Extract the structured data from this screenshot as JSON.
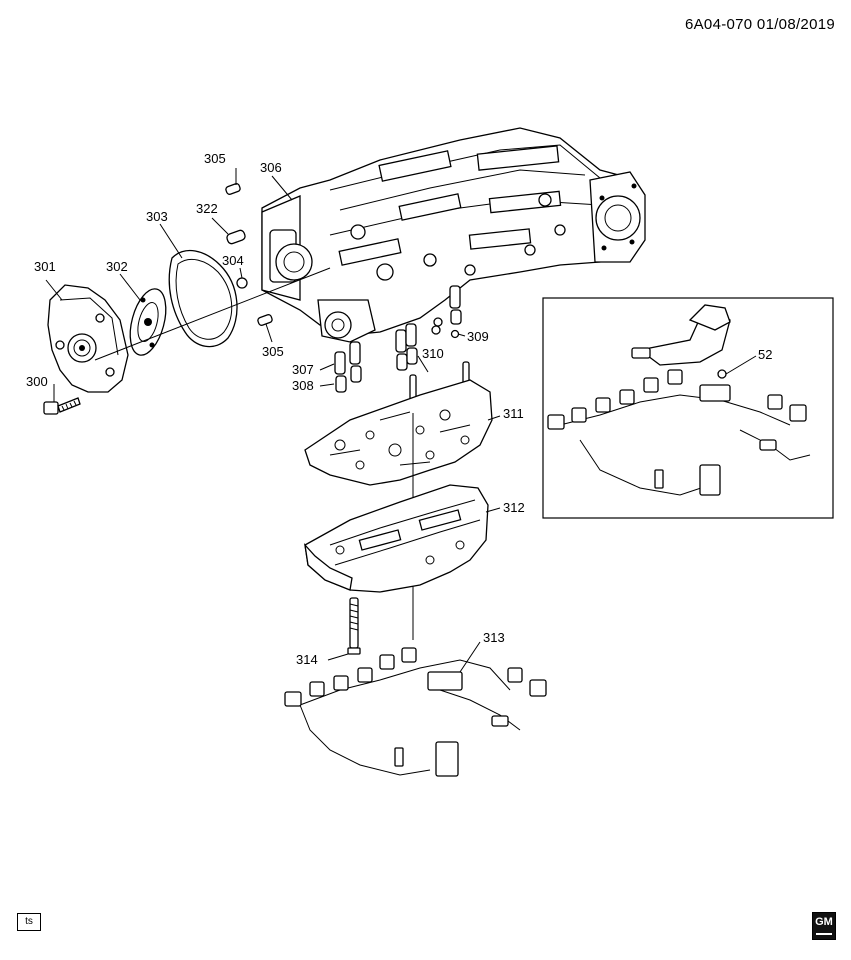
{
  "header": {
    "code": "6A04-070",
    "date": "01/08/2019"
  },
  "callouts": {
    "c300": "300",
    "c301": "301",
    "c302": "302",
    "c303": "303",
    "c304": "304",
    "c305a": "305",
    "c305b": "305",
    "c306": "306",
    "c307": "307",
    "c308": "308",
    "c309": "309",
    "c310": "310",
    "c311": "311",
    "c312": "312",
    "c313": "313",
    "c314": "314",
    "c322": "322",
    "c52": "52"
  },
  "footer": {
    "ts_label": "ts",
    "logo": "GM"
  },
  "icons": {
    "logo": "gm-logo-icon"
  }
}
